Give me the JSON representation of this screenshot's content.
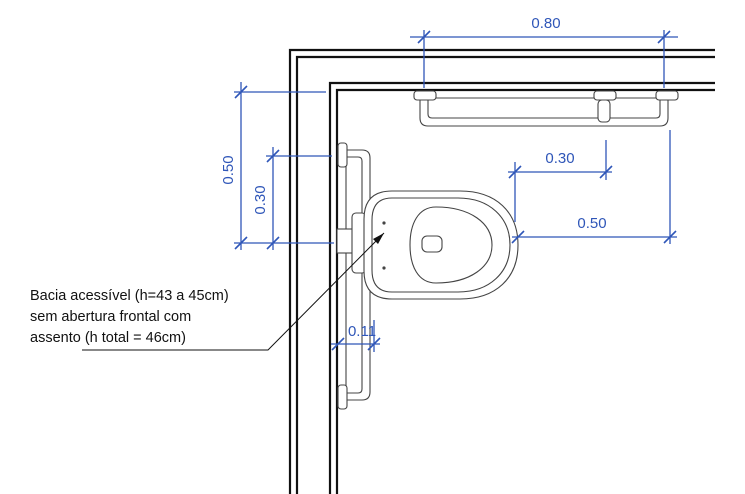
{
  "dimensions": {
    "top_rail_length": "0.80",
    "side_wall_rail_offset": "0.50",
    "side_rail_height_offset": "0.30",
    "toilet_to_rail_offset": "0.30",
    "toilet_front_to_wall": "0.50",
    "rail_wall_gap": "0.11"
  },
  "note": {
    "line1": "Bacia acessível (h=43 a 45cm)",
    "line2": "sem abertura frontal com",
    "line3": "assento (h total = 46cm)"
  },
  "colors": {
    "dimension": "#2f56b8",
    "wall": "#111111",
    "fixture": "#444444"
  }
}
